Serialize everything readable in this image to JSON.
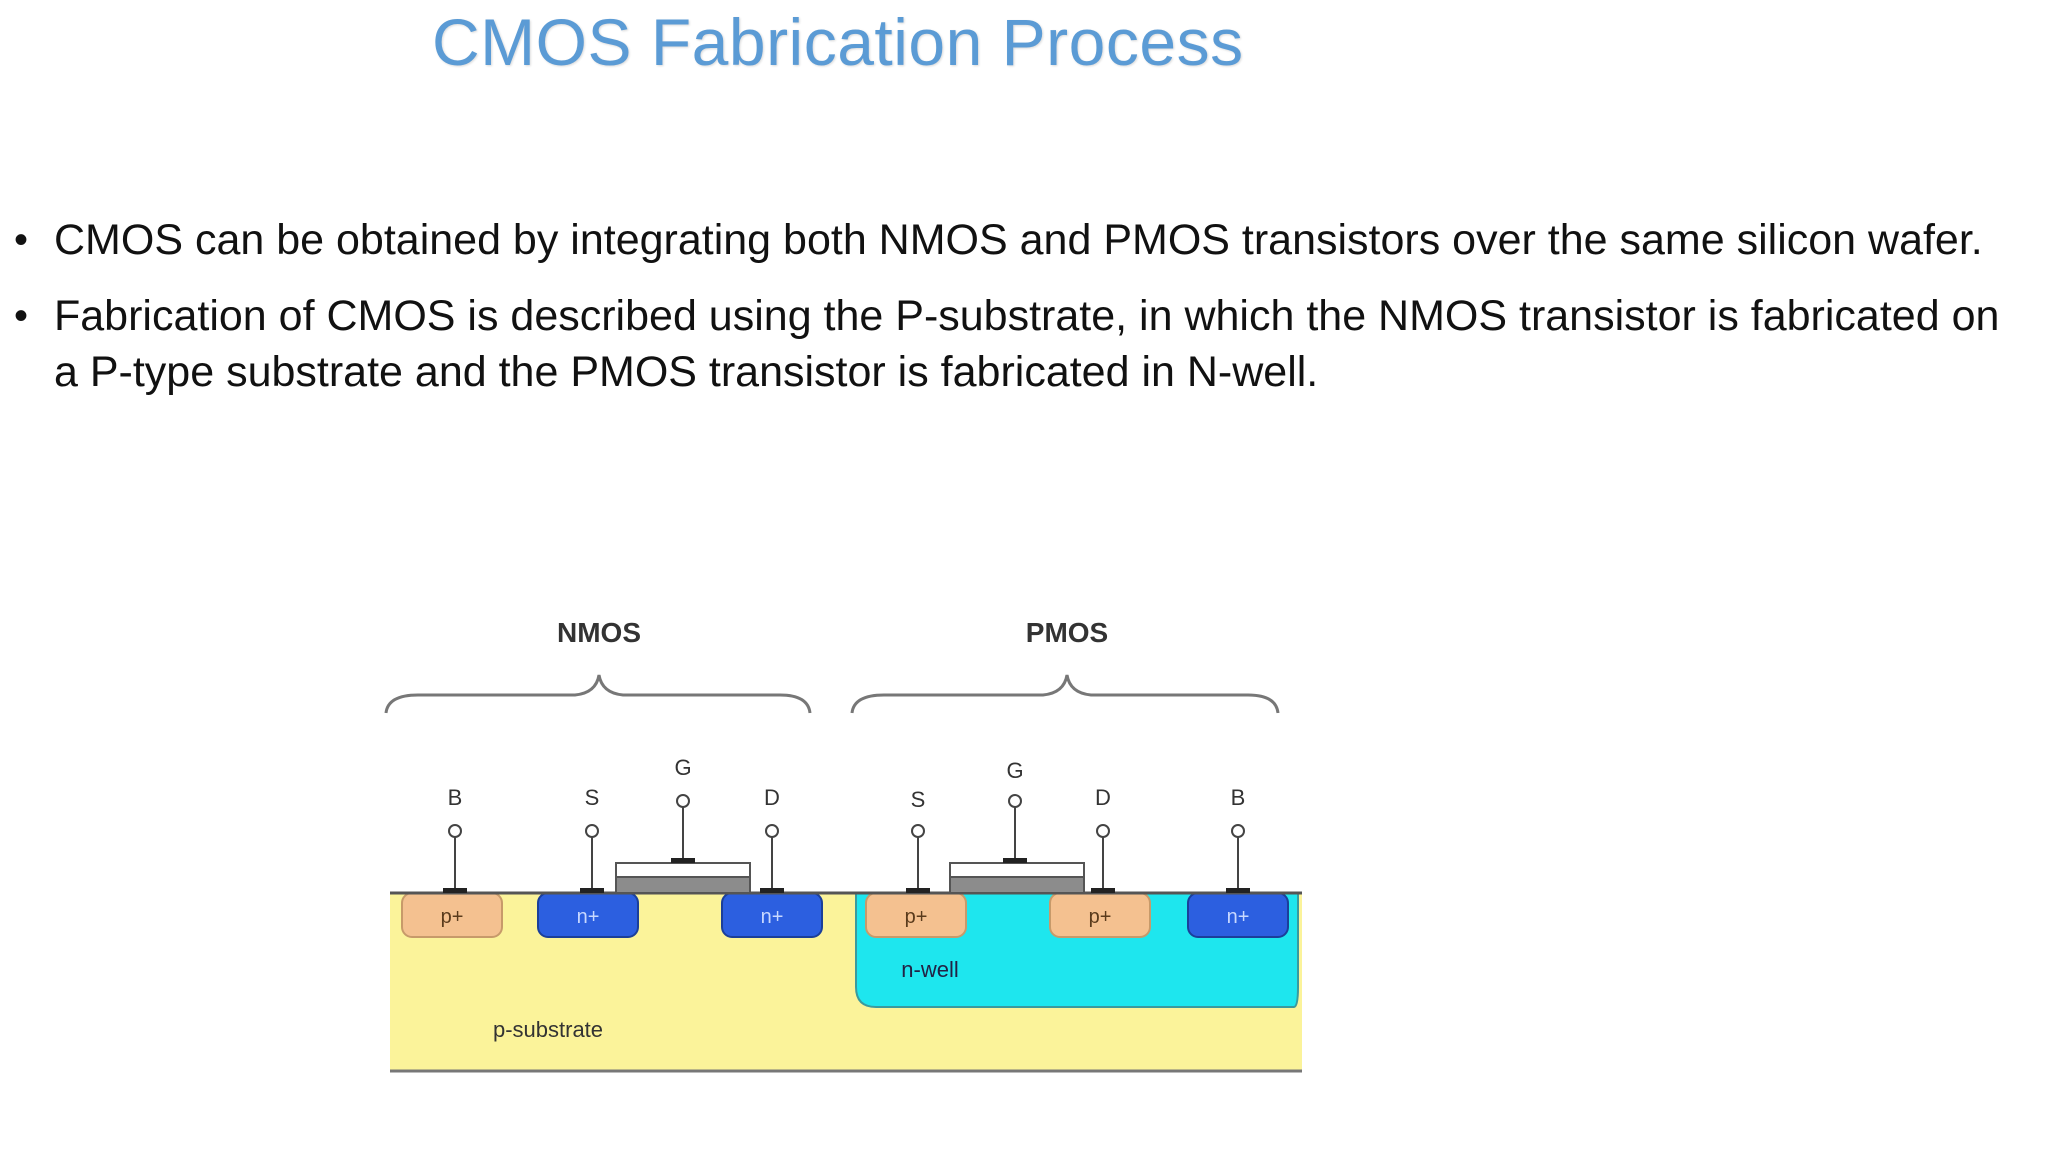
{
  "slide": {
    "title": "CMOS Fabrication Process",
    "bullets": [
      "CMOS can be obtained by integrating both NMOS and PMOS transistors over the same silicon wafer.",
      "Fabrication of CMOS is described using the P-substrate, in which the NMOS transistor is fabricated on a P-type substrate and the PMOS transistor is fabricated in N-well."
    ],
    "bullet_glyph": "•"
  },
  "diagram": {
    "groups": {
      "nmos": "NMOS",
      "pmos": "PMOS"
    },
    "terminals": {
      "nmos_body": "B",
      "nmos_source": "S",
      "nmos_gate": "G",
      "nmos_drain": "D",
      "pmos_source": "S",
      "pmos_gate": "G",
      "pmos_drain": "D",
      "pmos_body": "B"
    },
    "regions": {
      "nmos_body_contact": "p+",
      "nmos_source": "n+",
      "nmos_drain": "n+",
      "pmos_source": "p+",
      "pmos_drain": "p+",
      "pmos_body_contact": "n+",
      "well": "n-well",
      "substrate": "p-substrate"
    },
    "colors": {
      "substrate": "#fbf39a",
      "n_well": "#1ee6ee",
      "p_plus": "#f4c190",
      "n_plus": "#2c5fe0",
      "gate": "#8c8c8c",
      "oxide": "#ffffff",
      "title": "#5b9bd5"
    }
  }
}
